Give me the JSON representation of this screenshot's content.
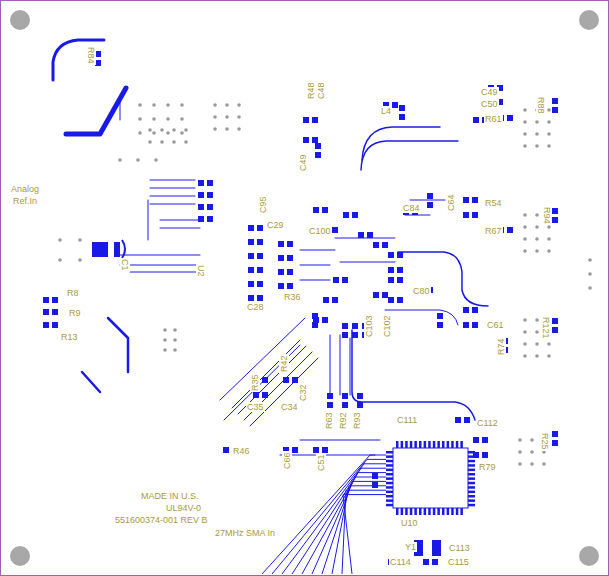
{
  "diagram": {
    "labels": [
      "R84",
      "C49",
      "C50",
      "R61",
      "R88",
      "C49",
      "R48",
      "C48",
      "L4",
      "Analog",
      "Ref.In",
      "C100",
      "U2",
      "C1",
      "R8",
      "R9",
      "R13",
      "C28",
      "R36",
      "C29",
      "C95",
      "R94",
      "R54",
      "R67",
      "R121",
      "C61",
      "R74",
      "C84",
      "C64",
      "C80",
      "C102",
      "C103",
      "R35",
      "C35",
      "C34",
      "C32",
      "R42",
      "R63",
      "R92",
      "R93",
      "C111",
      "C112",
      "R25",
      "R79",
      "R46",
      "C66",
      "C51",
      "U10",
      "Y1",
      "C113",
      "C114",
      "C115",
      "MADE IN U.S.",
      "UL94V-0",
      "551600374-001 REV B",
      "27MHz SMA In"
    ]
  }
}
